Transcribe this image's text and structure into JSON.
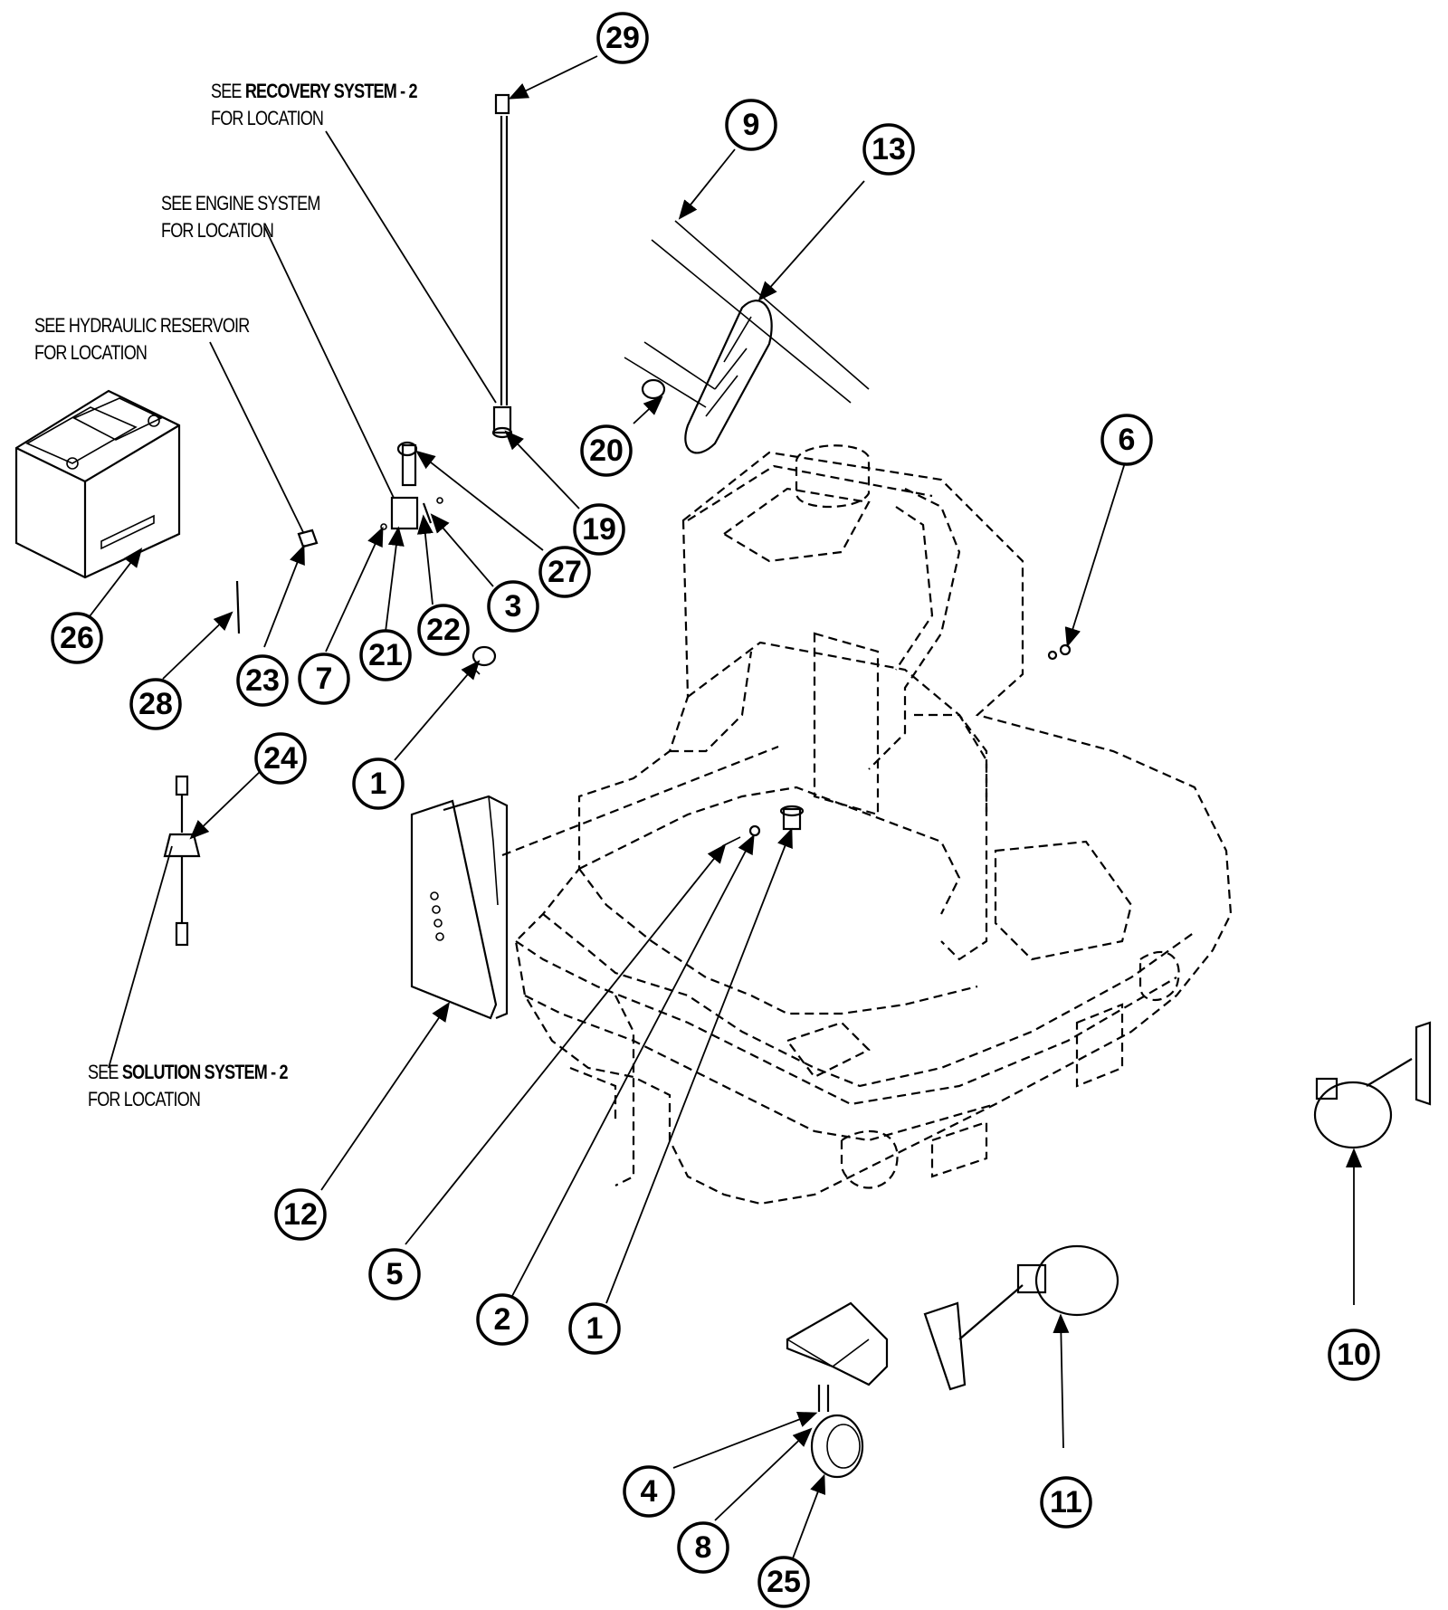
{
  "notes": [
    {
      "id": "recovery",
      "line1_prefix": "SEE ",
      "line1_bold": "RECOVERY SYSTEM - 2",
      "line2": "FOR LOCATION"
    },
    {
      "id": "engine",
      "line1_prefix": "",
      "line1_bold": "SEE ENGINE SYSTEM",
      "line2": "FOR LOCATION"
    },
    {
      "id": "hydraulic",
      "line1_prefix": "",
      "line1_bold": "SEE HYDRAULIC RESERVOIR",
      "line2": "FOR LOCATION"
    },
    {
      "id": "solution",
      "line1_prefix": "SEE ",
      "line1_bold": "SOLUTION SYSTEM - 2",
      "line2": "FOR LOCATION"
    }
  ],
  "callouts": [
    "29",
    "9",
    "13",
    "6",
    "20",
    "19",
    "27",
    "3",
    "22",
    "21",
    "7",
    "23",
    "26",
    "28",
    "1",
    "24",
    "12",
    "5",
    "2",
    "1",
    "10",
    "11",
    "4",
    "8",
    "25"
  ]
}
